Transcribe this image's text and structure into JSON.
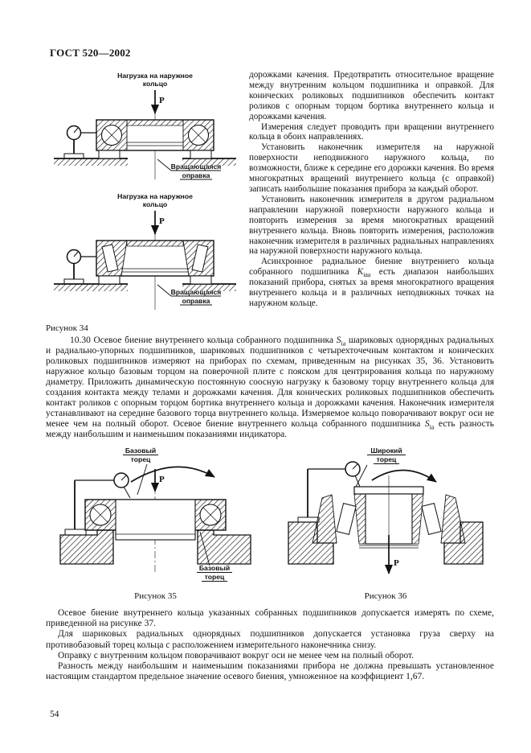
{
  "page": {
    "header": "ГОСТ 520—2002",
    "page_number": "54"
  },
  "figures": {
    "fig34": {
      "load_label_line1": "Нагрузка на наружное",
      "load_label_line2": "кольцо",
      "force_label": "P",
      "mandrel_label_line1": "Вращающаяся",
      "mandrel_label_line2": "оправка",
      "caption": "Рисунок 34"
    },
    "fig35": {
      "base_face_top_line1": "Базовый",
      "base_face_top_line2": "торец",
      "base_face_bottom_line1": "Базовый",
      "base_face_bottom_line2": "торец",
      "force_label": "P",
      "caption": "Рисунок 35"
    },
    "fig36": {
      "wide_face_line1": "Широкий",
      "wide_face_line2": "торец",
      "force_label": "P",
      "caption": "Рисунок 36"
    }
  },
  "right_column": {
    "p1": "дорожками качения. Предотвратить относительное вращение между внутренним кольцом подшипника и оправкой. Для конических роликовых подшипников обеспечить контакт роликов с опорным торцом бортика внутреннего кольца и дорожками качения.",
    "p2": "Измерения следует проводить при вращении внутреннего кольца в обоих направлениях.",
    "p3": "Установить наконечник измерителя на наружной поверхности неподвижного наружного кольца, по возможности, ближе к середине его дорожки качения. Во время многократных вращений внутреннего кольца (с оправкой) записать наибольшие показания прибора за каждый оборот.",
    "p4": "Установить наконечник измерителя в другом радиальном направлении наружной поверхности наружного кольца и повторить измерения за время многократных вращений внутреннего кольца. Вновь повторить измерения, расположив наконечник измерителя в различных радиальных направлениях на наружной поверхности наружного кольца.",
    "p5": [
      {
        "t": "Асинхронное радиальное биение внутреннего кольца собранного подшипника "
      },
      {
        "t": "K",
        "s": "i"
      },
      {
        "t": "iaa",
        "s": "sub"
      },
      {
        "t": " есть диапазон наибольших показаний прибора, снятых за время многократного вращения внутреннего кольца и в различных неподвижных точках на наружном кольце."
      }
    ]
  },
  "section_10_30": {
    "paragraph": [
      {
        "t": "10.30  Осевое биение внутреннего кольца собранного подшипника "
      },
      {
        "t": "S",
        "s": "i"
      },
      {
        "t": "ia",
        "s": "sub"
      },
      {
        "t": " шариковых однорядных радиальных и радиально-упорных подшипников, шариковых подшипников с четырехточечным контактом и конических роликовых подшипников измеряют на приборах по схемам, приведенным на рисунках 35, 36. Установить наружное кольцо базовым торцом на поверочной плите с пояском для центрирования кольца по наружному диаметру. Приложить динамическую постоянную соосную нагрузку к базовому торцу внутреннего кольца для создания контакта между телами и дорожками качения. Для конических роликовых подшипников обеспечить контакт роликов с опорным торцом бортика внутреннего кольца и дорожками качения. Наконечник измерителя устанавливают на середине базового торца внутреннего кольца. Измеряемое кольцо поворачивают вокруг оси не менее чем на полный оборот. Осевое биение внутреннего кольца собранного подшипника "
      },
      {
        "t": "S",
        "s": "i"
      },
      {
        "t": "ia",
        "s": "sub"
      },
      {
        "t": " есть разность между наибольшим и наименьшим показаниями индикатора."
      }
    ]
  },
  "bottom": {
    "p1": "Осевое биение внутреннего кольца указанных собранных подшипников допускается измерять по схеме, приведенной на рисунке 37.",
    "p2": "Для шариковых радиальных однорядных подшипников допускается установка груза сверху на противобазовый торец кольца с расположением измерительного наконечника снизу.",
    "p3": "Оправку с внутренним кольцом поворачивают вокруг оси не менее чем на полный оборот.",
    "p4": "Разность между наибольшим и наименьшим показаниями прибора не должна превышать установленное настоящим стандартом предельное значение осевого биения, умноженное на коэффициент 1,67."
  }
}
